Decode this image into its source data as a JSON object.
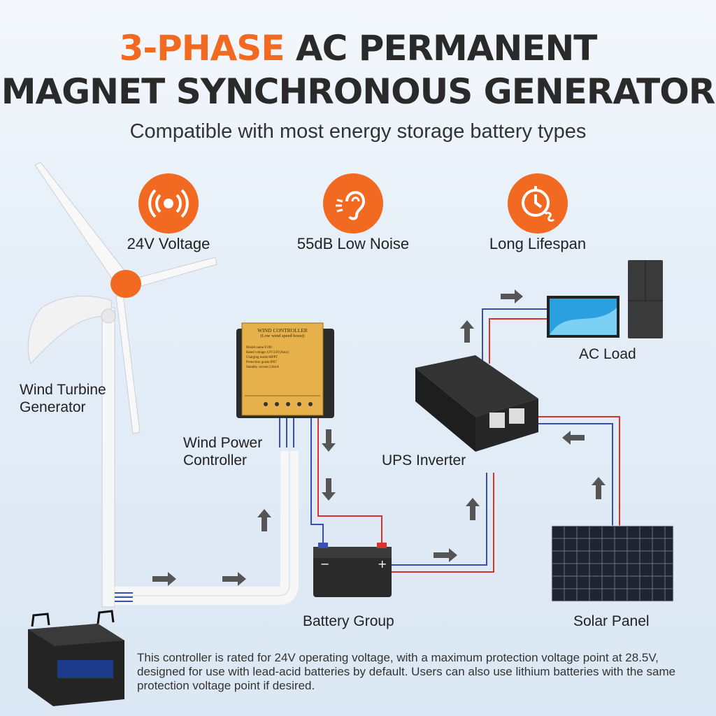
{
  "header": {
    "title_accent": "3-PHASE",
    "title_rest_line1": " AC PERMANENT",
    "title_line2": "MAGNET SYNCHRONOUS GENERATOR",
    "subtitle": "Compatible with most energy storage battery types"
  },
  "features": [
    {
      "icon": "signal-waves-icon",
      "label": "24V Voltage"
    },
    {
      "icon": "ear-low-noise-icon",
      "label": "55dB Low Noise"
    },
    {
      "icon": "durability-icon",
      "label": "Long Lifespan"
    }
  ],
  "diagram": {
    "wind_turbine_label_line1": "Wind Turbine",
    "wind_turbine_label_line2": "Generator",
    "controller_label_line1": "Wind Power",
    "controller_label_line2": "Controller",
    "inverter_label": "UPS Inverter",
    "ac_load_label": "AC Load",
    "battery_label": "Battery Group",
    "solar_label": "Solar Panel",
    "controller_panel": {
      "title": "WIND CONTROLLER",
      "subtitle": "(Low wind speed boost)",
      "specs": [
        "Model name:F100",
        "Rated voltage:12V/24V(Auto)",
        "Charging mode:MPPT",
        "Protection grade:IP67",
        "Standby current:3.6mA"
      ]
    }
  },
  "colors": {
    "accent": "#f26a22",
    "wire_red": "#d9342b",
    "wire_blue": "#3a4fb5"
  },
  "note": "This controller is rated for 24V operating voltage, with a maximum protection voltage point at 28.5V, designed for use with lead-acid batteries by default. Users can also use lithium batteries with the same protection voltage point if desired."
}
